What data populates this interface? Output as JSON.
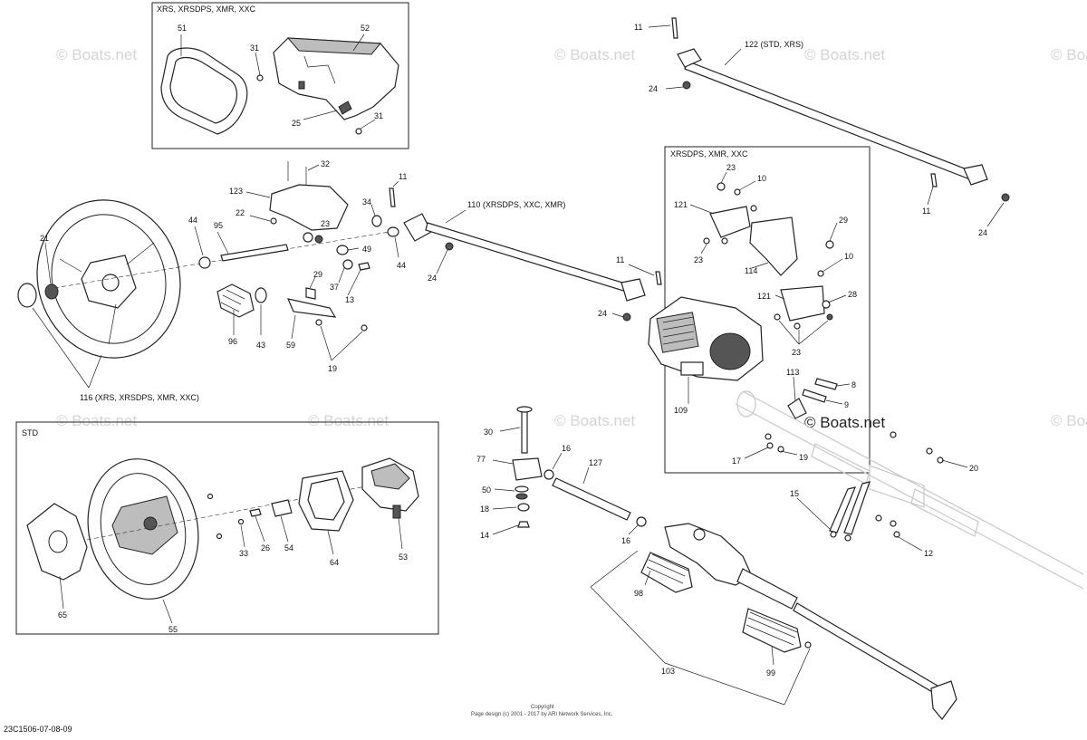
{
  "boxes": {
    "instrument": "XRS, XRSDPS, XMR, XXC",
    "power_steering": "XRSDPS, XMR, XXC",
    "std_wheel": "STD"
  },
  "callouts": {
    "c51": "51",
    "c52": "52",
    "c31a": "31",
    "c31b": "31",
    "c25": "25",
    "c11a": "11",
    "c122": "122 (STD, XRS)",
    "c24a": "24",
    "c11b": "11",
    "c24b": "24",
    "c32": "32",
    "c123": "123",
    "c22": "22",
    "c44a": "44",
    "c95": "95",
    "c23a": "23",
    "c34": "34",
    "c11c": "11",
    "c110": "110 (XRSDPS, XXC, XMR)",
    "c49": "49",
    "c44b": "44",
    "c24c": "24",
    "c21": "21",
    "c29a": "29",
    "c37": "37",
    "c13": "13",
    "c96": "96",
    "c43": "43",
    "c59": "59",
    "c19": "19",
    "c116": "116 (XRS, XRSDPS, XMR, XXC)",
    "c11d": "11",
    "c24d": "24",
    "c23b": "23",
    "c10a": "10",
    "c121a": "121",
    "c23c": "23",
    "c29b": "29",
    "c114": "114",
    "c10b": "10",
    "c121b": "121",
    "c28": "28",
    "c23d": "23",
    "c113": "113",
    "c8": "8",
    "c9": "9",
    "c109": "109",
    "c17": "17",
    "c19b": "19",
    "c30": "30",
    "c16a": "16",
    "c77": "77",
    "c127": "127",
    "c50": "50",
    "c18": "18",
    "c14": "14",
    "c16b": "16",
    "c98": "98",
    "c103": "103",
    "c99": "99",
    "c15": "15",
    "c20": "20",
    "c12": "12",
    "c33": "33",
    "c26": "26",
    "c54": "54",
    "c64": "64",
    "c53": "53",
    "c65": "65",
    "c55": "55"
  },
  "watermarks": {
    "text": "© Boats.net",
    "strong": "© Boats.net"
  },
  "footer": {
    "copyright": "Copyright",
    "page_design": "Page design (c) 2001 - 2017 by ARI Network Services, Inc.",
    "diagram_code": "23C1506-07-08-09"
  }
}
